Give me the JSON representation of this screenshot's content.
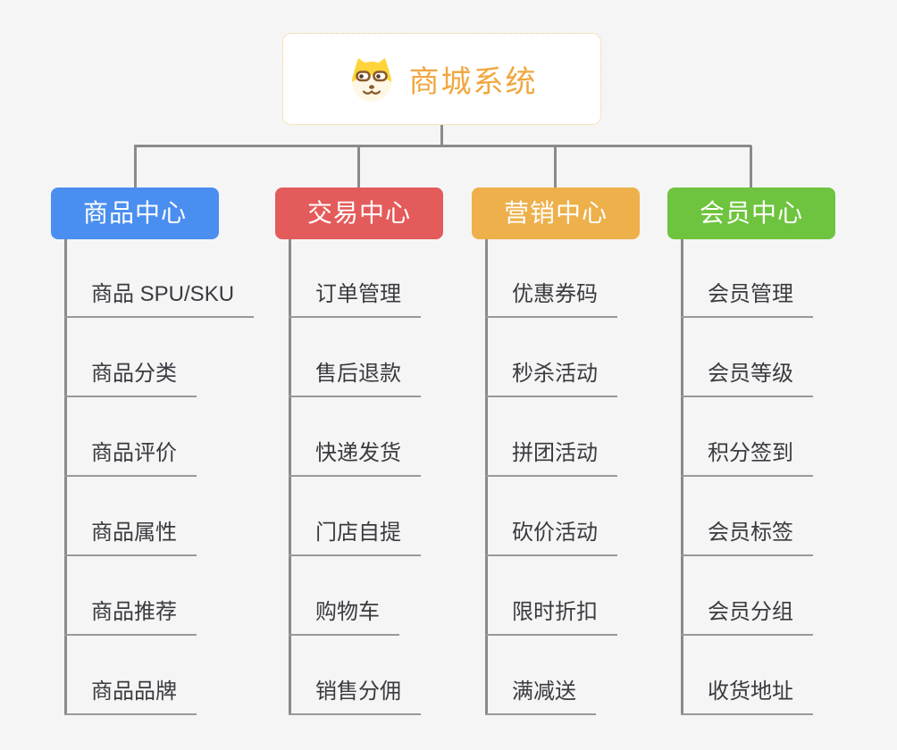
{
  "canvas": {
    "background": "#F5F5F5",
    "connector_color": "#8A8A8A",
    "underline_color": "#999999"
  },
  "root": {
    "title": "商城系统",
    "icon": "shiba-dog-icon",
    "title_color": "#F0A73F",
    "border_color": "#F2C379",
    "background": "#FFFFFF"
  },
  "branches": [
    {
      "id": "product-center",
      "label": "商品中心",
      "color": "#4A8EF0",
      "children": [
        "商品 SPU/SKU",
        "商品分类",
        "商品评价",
        "商品属性",
        "商品推荐",
        "商品品牌"
      ]
    },
    {
      "id": "trade-center",
      "label": "交易中心",
      "color": "#E45B5B",
      "children": [
        "订单管理",
        "售后退款",
        "快递发货",
        "门店自提",
        "购物车",
        "销售分佣"
      ]
    },
    {
      "id": "marketing-center",
      "label": "营销中心",
      "color": "#EDB04A",
      "children": [
        "优惠券码",
        "秒杀活动",
        "拼团活动",
        "砍价活动",
        "限时折扣",
        "满减送"
      ]
    },
    {
      "id": "member-center",
      "label": "会员中心",
      "color": "#6EC43E",
      "children": [
        "会员管理",
        "会员等级",
        "积分签到",
        "会员标签",
        "会员分组",
        "收货地址"
      ]
    }
  ]
}
